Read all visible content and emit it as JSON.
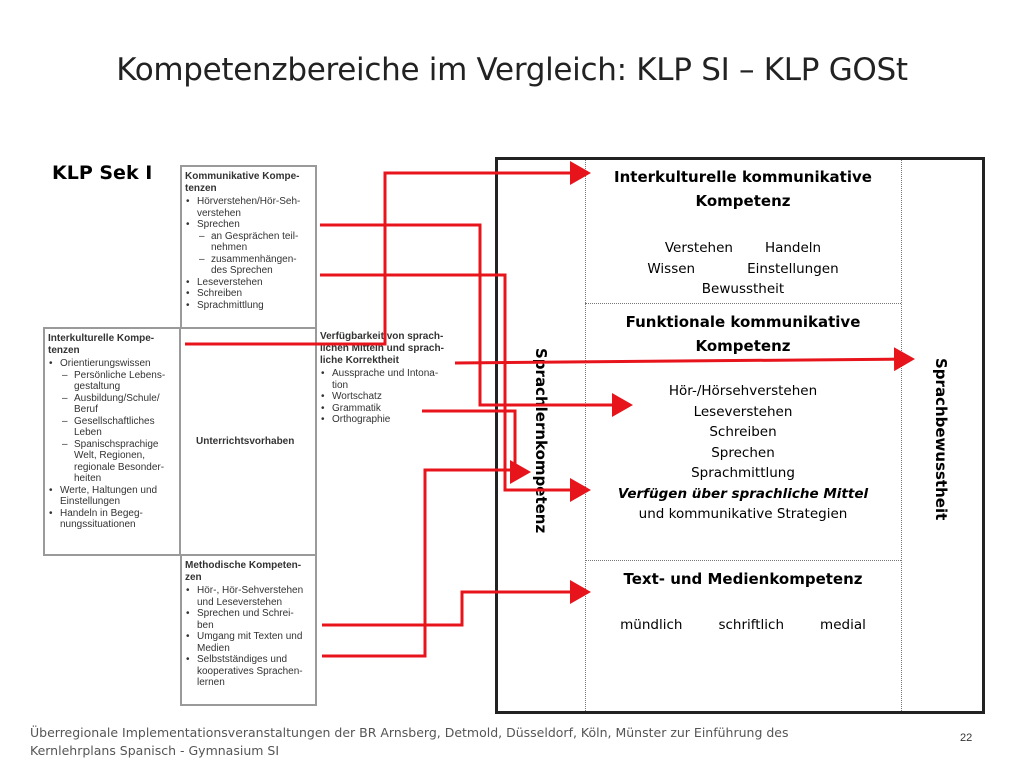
{
  "title": "Kompetenzbereiche im Vergleich: KLP SI – KLP GOSt",
  "sek_label": "KLP Sek I",
  "sek1": {
    "kommunikativ": {
      "heading": "Kommunikative Kompe-\ntenzen",
      "items": [
        {
          "t": "b",
          "text": "Hörverstehen/Hör-Seh-"
        },
        {
          "t": "c",
          "text": "verstehen"
        },
        {
          "t": "b",
          "text": "Sprechen"
        },
        {
          "t": "s",
          "text": "an Gesprächen teil-"
        },
        {
          "t": "c2",
          "text": "nehmen"
        },
        {
          "t": "s",
          "text": "zusammenhängen-"
        },
        {
          "t": "c2",
          "text": "des Sprechen"
        },
        {
          "t": "b",
          "text": "Leseverstehen"
        },
        {
          "t": "b",
          "text": "Schreiben"
        },
        {
          "t": "b",
          "text": "Sprachmittlung"
        }
      ]
    },
    "interkulturell": {
      "heading": "Interkulturelle Kompe-\ntenzen",
      "items": [
        {
          "t": "b",
          "text": "Orientierungswissen"
        },
        {
          "t": "s",
          "text": "Persönliche Lebens-"
        },
        {
          "t": "c2",
          "text": "gestaltung"
        },
        {
          "t": "s",
          "text": "Ausbildung/Schule/"
        },
        {
          "t": "c2",
          "text": "Beruf"
        },
        {
          "t": "s",
          "text": "Gesellschaftliches"
        },
        {
          "t": "c2",
          "text": "Leben"
        },
        {
          "t": "s",
          "text": "Spanischsprachige"
        },
        {
          "t": "c2",
          "text": "Welt, Regionen,"
        },
        {
          "t": "c2",
          "text": "regionale Besonder-"
        },
        {
          "t": "c2",
          "text": "heiten"
        },
        {
          "t": "b",
          "text": "Werte, Haltungen und"
        },
        {
          "t": "c",
          "text": "Einstellungen"
        },
        {
          "t": "b",
          "text": "Handeln in Begeg-"
        },
        {
          "t": "c",
          "text": "nungssituationen"
        }
      ]
    },
    "unterricht": "Unterrichtsvorhaben",
    "verfuegbarkeit": {
      "heading": "Verfügbarkeit von sprach-\nlichen Mitteln und sprach-\nliche Korrektheit",
      "items": [
        {
          "t": "b",
          "text": "Aussprache und Intona-"
        },
        {
          "t": "c",
          "text": "tion"
        },
        {
          "t": "b",
          "text": "Wortschatz"
        },
        {
          "t": "b",
          "text": "Grammatik"
        },
        {
          "t": "b",
          "text": "Orthographie"
        }
      ]
    },
    "methodisch": {
      "heading": "Methodische Kompeten-\nzen",
      "items": [
        {
          "t": "b",
          "text": "Hör-, Hör-Sehverstehen"
        },
        {
          "t": "c",
          "text": "und Leseverstehen"
        },
        {
          "t": "b",
          "text": "Sprechen und Schrei-"
        },
        {
          "t": "c",
          "text": "ben"
        },
        {
          "t": "b",
          "text": "Umgang mit Texten und"
        },
        {
          "t": "c",
          "text": "Medien"
        },
        {
          "t": "b",
          "text": "Selbstständiges und"
        },
        {
          "t": "c",
          "text": "kooperatives Sprachen-"
        },
        {
          "t": "c",
          "text": "lernen"
        }
      ]
    }
  },
  "gost": {
    "left_vertical": "Sprachlernkompetenz",
    "right_vertical": "Sprachbewusstheit",
    "interkulturell": {
      "title": "Interkulturelle kommunikative\nKompetenz",
      "line1a": "Verstehen",
      "line1b": "Handeln",
      "line2a": "Wissen",
      "line2b": "Einstellungen",
      "line3": "Bewusstheit"
    },
    "funktional": {
      "title": "Funktionale kommunikative\nKompetenz",
      "lines": [
        "Hör-/Hörsehverstehen",
        "Leseverstehen",
        "Schreiben",
        "Sprechen",
        "Sprachmittlung"
      ],
      "italic": "Verfügen über sprachliche Mittel",
      "last": "und kommunikative Strategien"
    },
    "textmedien": {
      "title": "Text- und Medienkompetenz",
      "items": [
        "mündlich",
        "schriftlich",
        "medial"
      ]
    }
  },
  "footer": "Überregionale Implementationsveranstaltungen der BR Arnsberg, Detmold, Düsseldorf, Köln, Münster zur Einführung des\nKernlehrplans Spanisch - Gymnasium SI",
  "page_number": "22",
  "colors": {
    "arrow": "#e8141c",
    "gost_border": "#222222",
    "sek_border": "#9a9a9a"
  }
}
